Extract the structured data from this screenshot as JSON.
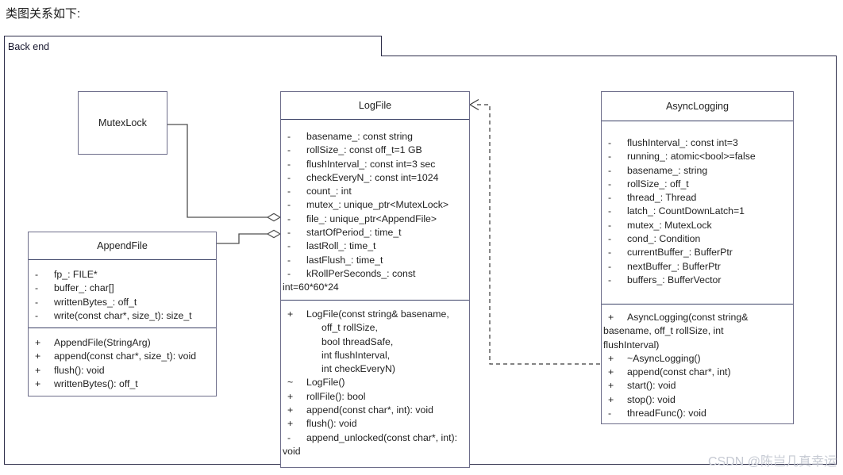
{
  "page": {
    "title": "类图关系如下:"
  },
  "frame": {
    "label": "Back end"
  },
  "watermark": "CSDN @陈岂几真幸运",
  "colors": {
    "box_border": "#6d6d8a",
    "section_divider": "#3a4166",
    "frame_border": "#2d2d49",
    "connector_line": "#4f4f4f",
    "watermark": "#c6cad3"
  },
  "classes": {
    "mutexlock": {
      "name": "MutexLock",
      "attributes": [],
      "methods": []
    },
    "logfile": {
      "name": "LogFile",
      "attributes": [
        {
          "sign": "-",
          "text": "basename_: const string"
        },
        {
          "sign": "-",
          "text": "rollSize_: const off_t=1 GB"
        },
        {
          "sign": "-",
          "text": "flushInterval_: const int=3 sec"
        },
        {
          "sign": "-",
          "text": "checkEveryN_: const int=1024"
        },
        {
          "sign": "-",
          "text": "count_: int"
        },
        {
          "sign": "-",
          "text": "mutex_: unique_ptr<MutexLock>"
        },
        {
          "sign": "-",
          "text": "file_: unique_ptr<AppendFile>"
        },
        {
          "sign": "-",
          "text": "startOfPeriod_: time_t"
        },
        {
          "sign": "-",
          "text": "lastRoll_: time_t"
        },
        {
          "sign": "-",
          "text": "lastFlush_: time_t"
        },
        {
          "sign": "-",
          "text": "kRollPerSeconds_: const"
        },
        {
          "sign": "",
          "text": "int=60*60*24",
          "style": "flush"
        }
      ],
      "methods": [
        {
          "sign": "+",
          "text": "LogFile(const string& basename,"
        },
        {
          "sign": "",
          "text": "off_t rollSize,",
          "style": "param"
        },
        {
          "sign": "",
          "text": "bool threadSafe,",
          "style": "param"
        },
        {
          "sign": "",
          "text": "int flushInterval,",
          "style": "param"
        },
        {
          "sign": "",
          "text": "int checkEveryN)",
          "style": "param"
        },
        {
          "sign": "~",
          "text": "LogFile()"
        },
        {
          "sign": "+",
          "text": "rollFile(): bool"
        },
        {
          "sign": "+",
          "text": "append(const char*, int): void"
        },
        {
          "sign": "+",
          "text": "flush(): void"
        },
        {
          "sign": "-",
          "text": "append_unlocked(const char*, int):"
        },
        {
          "sign": "",
          "text": "void",
          "style": "flush"
        }
      ]
    },
    "appendfile": {
      "name": "AppendFile",
      "attributes": [
        {
          "sign": "-",
          "text": "fp_: FILE*"
        },
        {
          "sign": "-",
          "text": "buffer_: char[]"
        },
        {
          "sign": "-",
          "text": "writtenBytes_: off_t"
        },
        {
          "sign": "-",
          "text": "write(const char*, size_t): size_t"
        }
      ],
      "methods": [
        {
          "sign": "+",
          "text": "AppendFile(StringArg)"
        },
        {
          "sign": "+",
          "text": "append(const char*, size_t): void"
        },
        {
          "sign": "+",
          "text": "flush(): void"
        },
        {
          "sign": "+",
          "text": "writtenBytes(): off_t"
        }
      ]
    },
    "asynclogging": {
      "name": "AsyncLogging",
      "attributes": [
        {
          "sign": "-",
          "text": "flushInterval_: const int=3"
        },
        {
          "sign": "-",
          "text": "running_: atomic<bool>=false"
        },
        {
          "sign": "-",
          "text": "basename_: string"
        },
        {
          "sign": "-",
          "text": "rollSize_: off_t"
        },
        {
          "sign": "-",
          "text": "thread_: Thread"
        },
        {
          "sign": "-",
          "text": "latch_: CountDownLatch=1"
        },
        {
          "sign": "-",
          "text": "mutex_: MutexLock"
        },
        {
          "sign": "-",
          "text": "cond_: Condition"
        },
        {
          "sign": "-",
          "text": "currentBuffer_: BufferPtr"
        },
        {
          "sign": "-",
          "text": "nextBuffer_: BufferPtr"
        },
        {
          "sign": "-",
          "text": "buffers_: BufferVector"
        }
      ],
      "methods": [
        {
          "sign": "+",
          "text": "AsyncLogging(const string&"
        },
        {
          "sign": "",
          "text": "basename, off_t rollSize, int",
          "style": "flush"
        },
        {
          "sign": "",
          "text": "flushInterval)",
          "style": "flush"
        },
        {
          "sign": "+",
          "text": "~AsyncLogging()"
        },
        {
          "sign": "+",
          "text": "append(const char*, int)"
        },
        {
          "sign": "+",
          "text": "start(): void"
        },
        {
          "sign": "+",
          "text": "stop(): void"
        },
        {
          "sign": "-",
          "text": "threadFunc(): void"
        }
      ]
    }
  },
  "relations": [
    {
      "type": "aggregation",
      "from": "MutexLock",
      "to": "LogFile"
    },
    {
      "type": "aggregation",
      "from": "AppendFile",
      "to": "LogFile"
    },
    {
      "type": "dependency",
      "from": "AsyncLogging",
      "to": "LogFile"
    }
  ]
}
